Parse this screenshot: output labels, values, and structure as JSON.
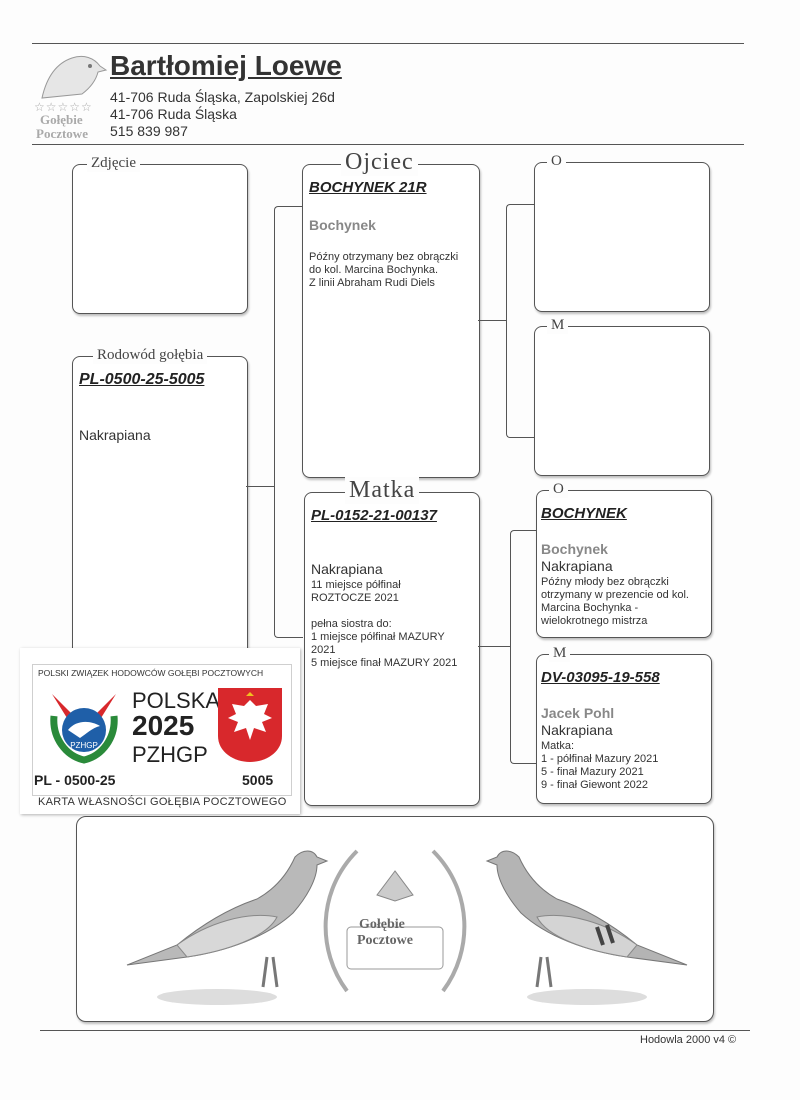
{
  "header": {
    "owner_name": "Bartłomiej Loewe",
    "address_line1": "41-706 Ruda Śląska, Zapolskiej 26d",
    "address_line2": "41-706 Ruda Śląska",
    "phone": "515 839 987",
    "logo_text_line1": "Gołębie",
    "logo_text_line2": "Pocztowe",
    "logo_stars": "☆☆☆☆☆"
  },
  "photo_box": {
    "legend": "Zdjęcie"
  },
  "pigeon": {
    "legend": "Rodowód gołębia",
    "ring": "PL-0500-25-5005",
    "color": "Nakrapiana"
  },
  "father": {
    "legend": "Ojciec",
    "ring": "BOCHYNEK 21R",
    "fancier": "Bochynek",
    "notes": [
      "Późny otrzymany bez obrączki",
      "do kol. Marcina Bochynka.",
      "Z linii Abraham Rudi Diels"
    ]
  },
  "father_father": {
    "legend": "O"
  },
  "father_mother": {
    "legend": "M"
  },
  "mother": {
    "legend": "Matka",
    "ring": "PL-0152-21-00137",
    "color": "Nakrapiana",
    "notes": [
      "11 miejsce półfinał",
      "ROZTOCZE 2021",
      "",
      "pełna siostra do:",
      "1 miejsce półfinał MAZURY",
      "2021",
      "5 miejsce finał MAZURY 2021"
    ]
  },
  "mother_father": {
    "legend": "O",
    "ring": "BOCHYNEK",
    "fancier": "Bochynek",
    "color": "Nakrapiana",
    "notes": [
      "Późny młody bez obrączki",
      "otrzymany w prezencie od kol.",
      "Marcina Bochynka -",
      "wielokrotnego mistrza"
    ]
  },
  "mother_mother": {
    "legend": "M",
    "ring": "DV-03095-19-558",
    "fancier": "Jacek Pohl",
    "color": "Nakrapiana",
    "notes": [
      "Matka:",
      "1 - półfinał Mazury 2021",
      "5 - finał Mazury 2021",
      "9 - finał Giewont 2022"
    ]
  },
  "card": {
    "title": "POLSKI ZWIĄZEK HODOWCÓW GOŁĘBI POCZTOWYCH",
    "country": "POLSKA",
    "year": "2025",
    "org": "PZHGP",
    "badge_text": "PZHGP",
    "ring_left": "PL - 0500-25",
    "ring_right": "5005",
    "footer": "KARTA WŁASNOŚCI GOŁĘBIA POCZTOWEGO"
  },
  "banner": {
    "logo_line1": "Gołębie",
    "logo_line2": "Pocztowe"
  },
  "footer": {
    "text": "Hodowla 2000 v4 ©"
  }
}
